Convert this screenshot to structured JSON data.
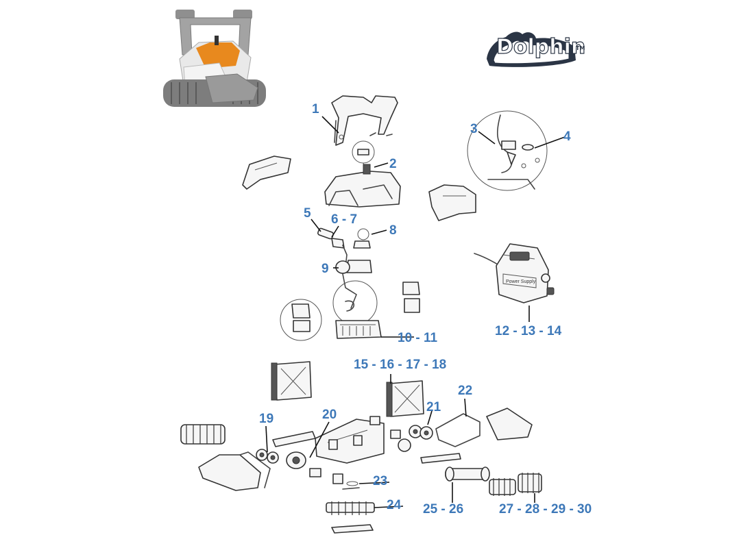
{
  "brand": {
    "name": "Dolphin",
    "tm": "TM"
  },
  "labels": [
    {
      "id": "p1",
      "text": "1"
    },
    {
      "id": "p2",
      "text": "2"
    },
    {
      "id": "p3",
      "text": "3"
    },
    {
      "id": "p4",
      "text": "4"
    },
    {
      "id": "p5",
      "text": "5"
    },
    {
      "id": "p6_7",
      "text": "6 - 7"
    },
    {
      "id": "p8",
      "text": "8"
    },
    {
      "id": "p9",
      "text": "9"
    },
    {
      "id": "p10_11",
      "text": "10 - 11"
    },
    {
      "id": "p12_14",
      "text": "12 - 13 - 14"
    },
    {
      "id": "p15_18",
      "text": "15 - 16 - 17 - 18"
    },
    {
      "id": "p19",
      "text": "19"
    },
    {
      "id": "p20",
      "text": "20"
    },
    {
      "id": "p21",
      "text": "21"
    },
    {
      "id": "p22",
      "text": "22"
    },
    {
      "id": "p23",
      "text": "23"
    },
    {
      "id": "p24",
      "text": "24"
    },
    {
      "id": "p25_26",
      "text": "25 - 26"
    },
    {
      "id": "p27_30",
      "text": "27 - 28 - 29 - 30"
    }
  ],
  "colors": {
    "label": "#3d78b8",
    "robot_accent": "#e8891e",
    "robot_frame": "#9a9a9a",
    "brand_outline": "#2b3545"
  },
  "power_supply_text": "Power Supply"
}
